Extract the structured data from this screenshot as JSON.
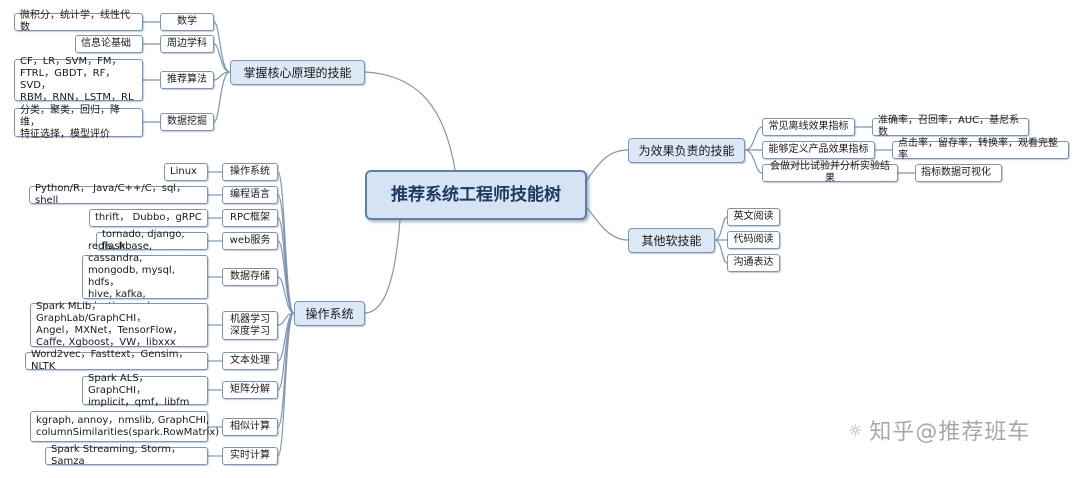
{
  "root": "推荐系统工程师技能树",
  "branches": {
    "principles": {
      "label": "掌握核心原理的技能",
      "math": {
        "label": "数学",
        "leaf": "微积分，统计学，线性代数"
      },
      "related": {
        "label": "周边学科",
        "leaf": "信息论基础"
      },
      "algos": {
        "label": "推荐算法",
        "leaf": "CF，LR，SVM，FM，\nFTRL，GBDT，RF，SVD，\nRBM，RNN，LSTM，RL"
      },
      "mining": {
        "label": "数据挖掘",
        "leaf": "分类，聚类，回归，降维，\n特征选择，模型评价"
      }
    },
    "effect": {
      "label": "为效果负责的技能",
      "offline": {
        "label": "常见离线效果指标",
        "leaf": "准确率，召回率，AUC，基尼系数"
      },
      "online": {
        "label": "能够定义产品效果指标",
        "leaf": "点击率，留存率，转换率，观看完整率"
      },
      "ab": {
        "label": "会做对比试验并分析实验结果",
        "leaf": "指标数据可视化"
      }
    },
    "soft": {
      "label": "其他软技能",
      "english": "英文阅读",
      "code": "代码阅读",
      "comm": "沟通表达"
    },
    "systems": {
      "label": "操作系统",
      "os": {
        "label": "操作系统",
        "leaf": "Linux"
      },
      "lang": {
        "label": "编程语言",
        "leaf": "Python/R， Java/C++/C，sql，shell"
      },
      "rpc": {
        "label": "RPC框架",
        "leaf": "thrift， Dubbo，gRPC"
      },
      "web": {
        "label": "web服务",
        "leaf": "tornado, django, flask"
      },
      "storage": {
        "label": "数据存储",
        "leaf": "redis, hbase, cassandra,\nmongodb, mysql, hdfs，\nhive, kafka, elasticsearch"
      },
      "ml": {
        "label": "机器学习\n深度学习",
        "leaf": "Spark MLib，GraphLab/GraphCHI，\nAngel，MXNet，TensorFlow，\nCaffe, Xgboost，VW，libxxx"
      },
      "text": {
        "label": "文本处理",
        "leaf": "Word2vec，Fasttext，Gensim，NLTK"
      },
      "matrix": {
        "label": "矩阵分解",
        "leaf": "Spark ALS，GraphCHI，\nimplicit，qmf，libfm"
      },
      "sim": {
        "label": "相似计算",
        "leaf": "kgraph, annoy，nmslib, GraphCHI,\ncolumnSimilarities(spark.RowMatrix)"
      },
      "stream": {
        "label": "实时计算",
        "leaf": "Spark Streaming, Storm，Samza"
      }
    }
  },
  "watermark": "知乎@推荐班车",
  "colors": {
    "line": "#7f95b3",
    "node_border": "#7f95b3",
    "root_fill": "#d5e3f5",
    "branch_fill": "#dde8f6"
  }
}
